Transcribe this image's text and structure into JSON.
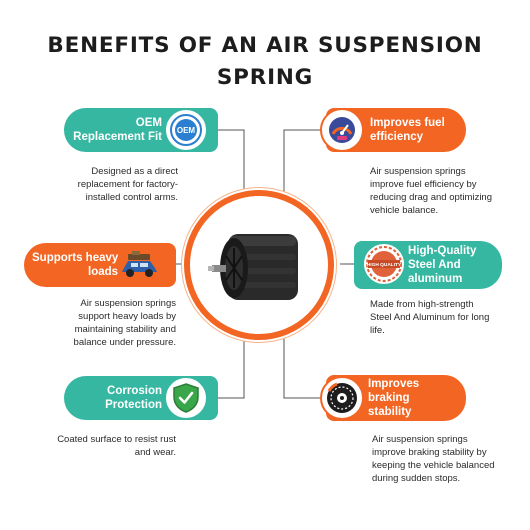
{
  "title_line1": "BENEFITS OF AN AIR SUSPENSION",
  "title_line2": "SPRING",
  "colors": {
    "teal": "#36b7a1",
    "orange": "#f26522",
    "text": "#2b2b2b",
    "line": "#555555"
  },
  "benefits": [
    {
      "title_lines": [
        "OEM",
        "Replacement Fit"
      ],
      "icon": "oem-badge-icon",
      "desc_lines": [
        "Designed as a direct",
        "replacement for factory-",
        "installed control arms."
      ]
    },
    {
      "title_lines": [
        "Improves fuel",
        "efficiency"
      ],
      "icon": "fuel-gauge-icon",
      "desc_lines": [
        "Air suspension springs",
        "improve fuel efficiency by",
        "reducing drag and optimizing",
        "vehicle balance."
      ]
    },
    {
      "title_lines": [
        "Supports heavy",
        "loads"
      ],
      "icon": "loaded-car-icon",
      "desc_lines": [
        "Air suspension springs",
        "support heavy loads by",
        "maintaining stability and",
        "balance under pressure."
      ]
    },
    {
      "title_lines": [
        "High-Quality",
        "Steel And",
        "aluminum"
      ],
      "icon": "high-quality-badge-icon",
      "badge_text": "HIGH QUALITY",
      "desc_lines": [
        "Made from high-strength",
        "Steel And Aluminum for long",
        "life."
      ]
    },
    {
      "title_lines": [
        "Corrosion",
        "Protection"
      ],
      "icon": "shield-check-icon",
      "desc_lines": [
        "Coated surface to resist rust",
        "and wear."
      ]
    },
    {
      "title_lines": [
        "Improves",
        "braking",
        "stability"
      ],
      "icon": "brake-disc-icon",
      "desc_lines": [
        "Air suspension springs",
        "improve braking stability by",
        "keeping the vehicle balanced",
        "during sudden stops."
      ]
    }
  ]
}
